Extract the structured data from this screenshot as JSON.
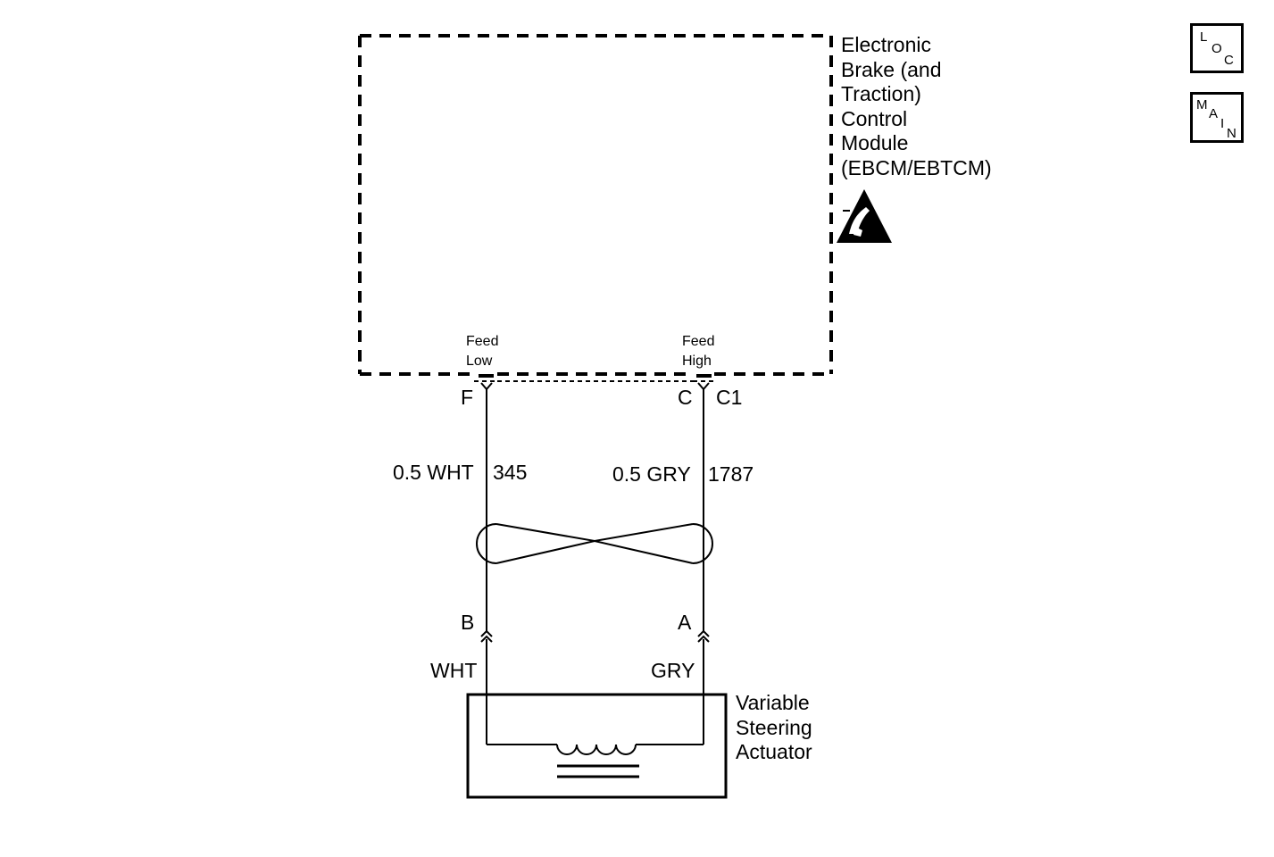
{
  "module": {
    "name_lines": [
      "Electronic",
      "Brake (and",
      "Traction)",
      "Control",
      "Module",
      "(EBCM/EBTCM)"
    ],
    "pin_feed_low": {
      "label_lines": [
        "Feed",
        "Low"
      ],
      "pin": "F"
    },
    "pin_feed_high": {
      "label_lines": [
        "Feed",
        "High"
      ],
      "pin": "C"
    },
    "connector": "C1",
    "esd_icon": "esd-sensitive-icon"
  },
  "wires": {
    "low": {
      "size_color": "0.5 WHT",
      "circuit": "345"
    },
    "high": {
      "size_color": "0.5 GRY",
      "circuit": "1787"
    },
    "twisted_pair_icon": "twisted-pair-icon"
  },
  "actuator": {
    "name_lines": [
      "Variable",
      "Steering",
      "Actuator"
    ],
    "pin_low": {
      "pin": "B",
      "color": "WHT"
    },
    "pin_high": {
      "pin": "A",
      "color": "GRY"
    },
    "coil_icon": "coil-icon"
  },
  "nav": {
    "loc": {
      "letters": [
        "L",
        "O",
        "C"
      ]
    },
    "main": {
      "letters": [
        "M",
        "A",
        "I",
        "N"
      ]
    }
  }
}
